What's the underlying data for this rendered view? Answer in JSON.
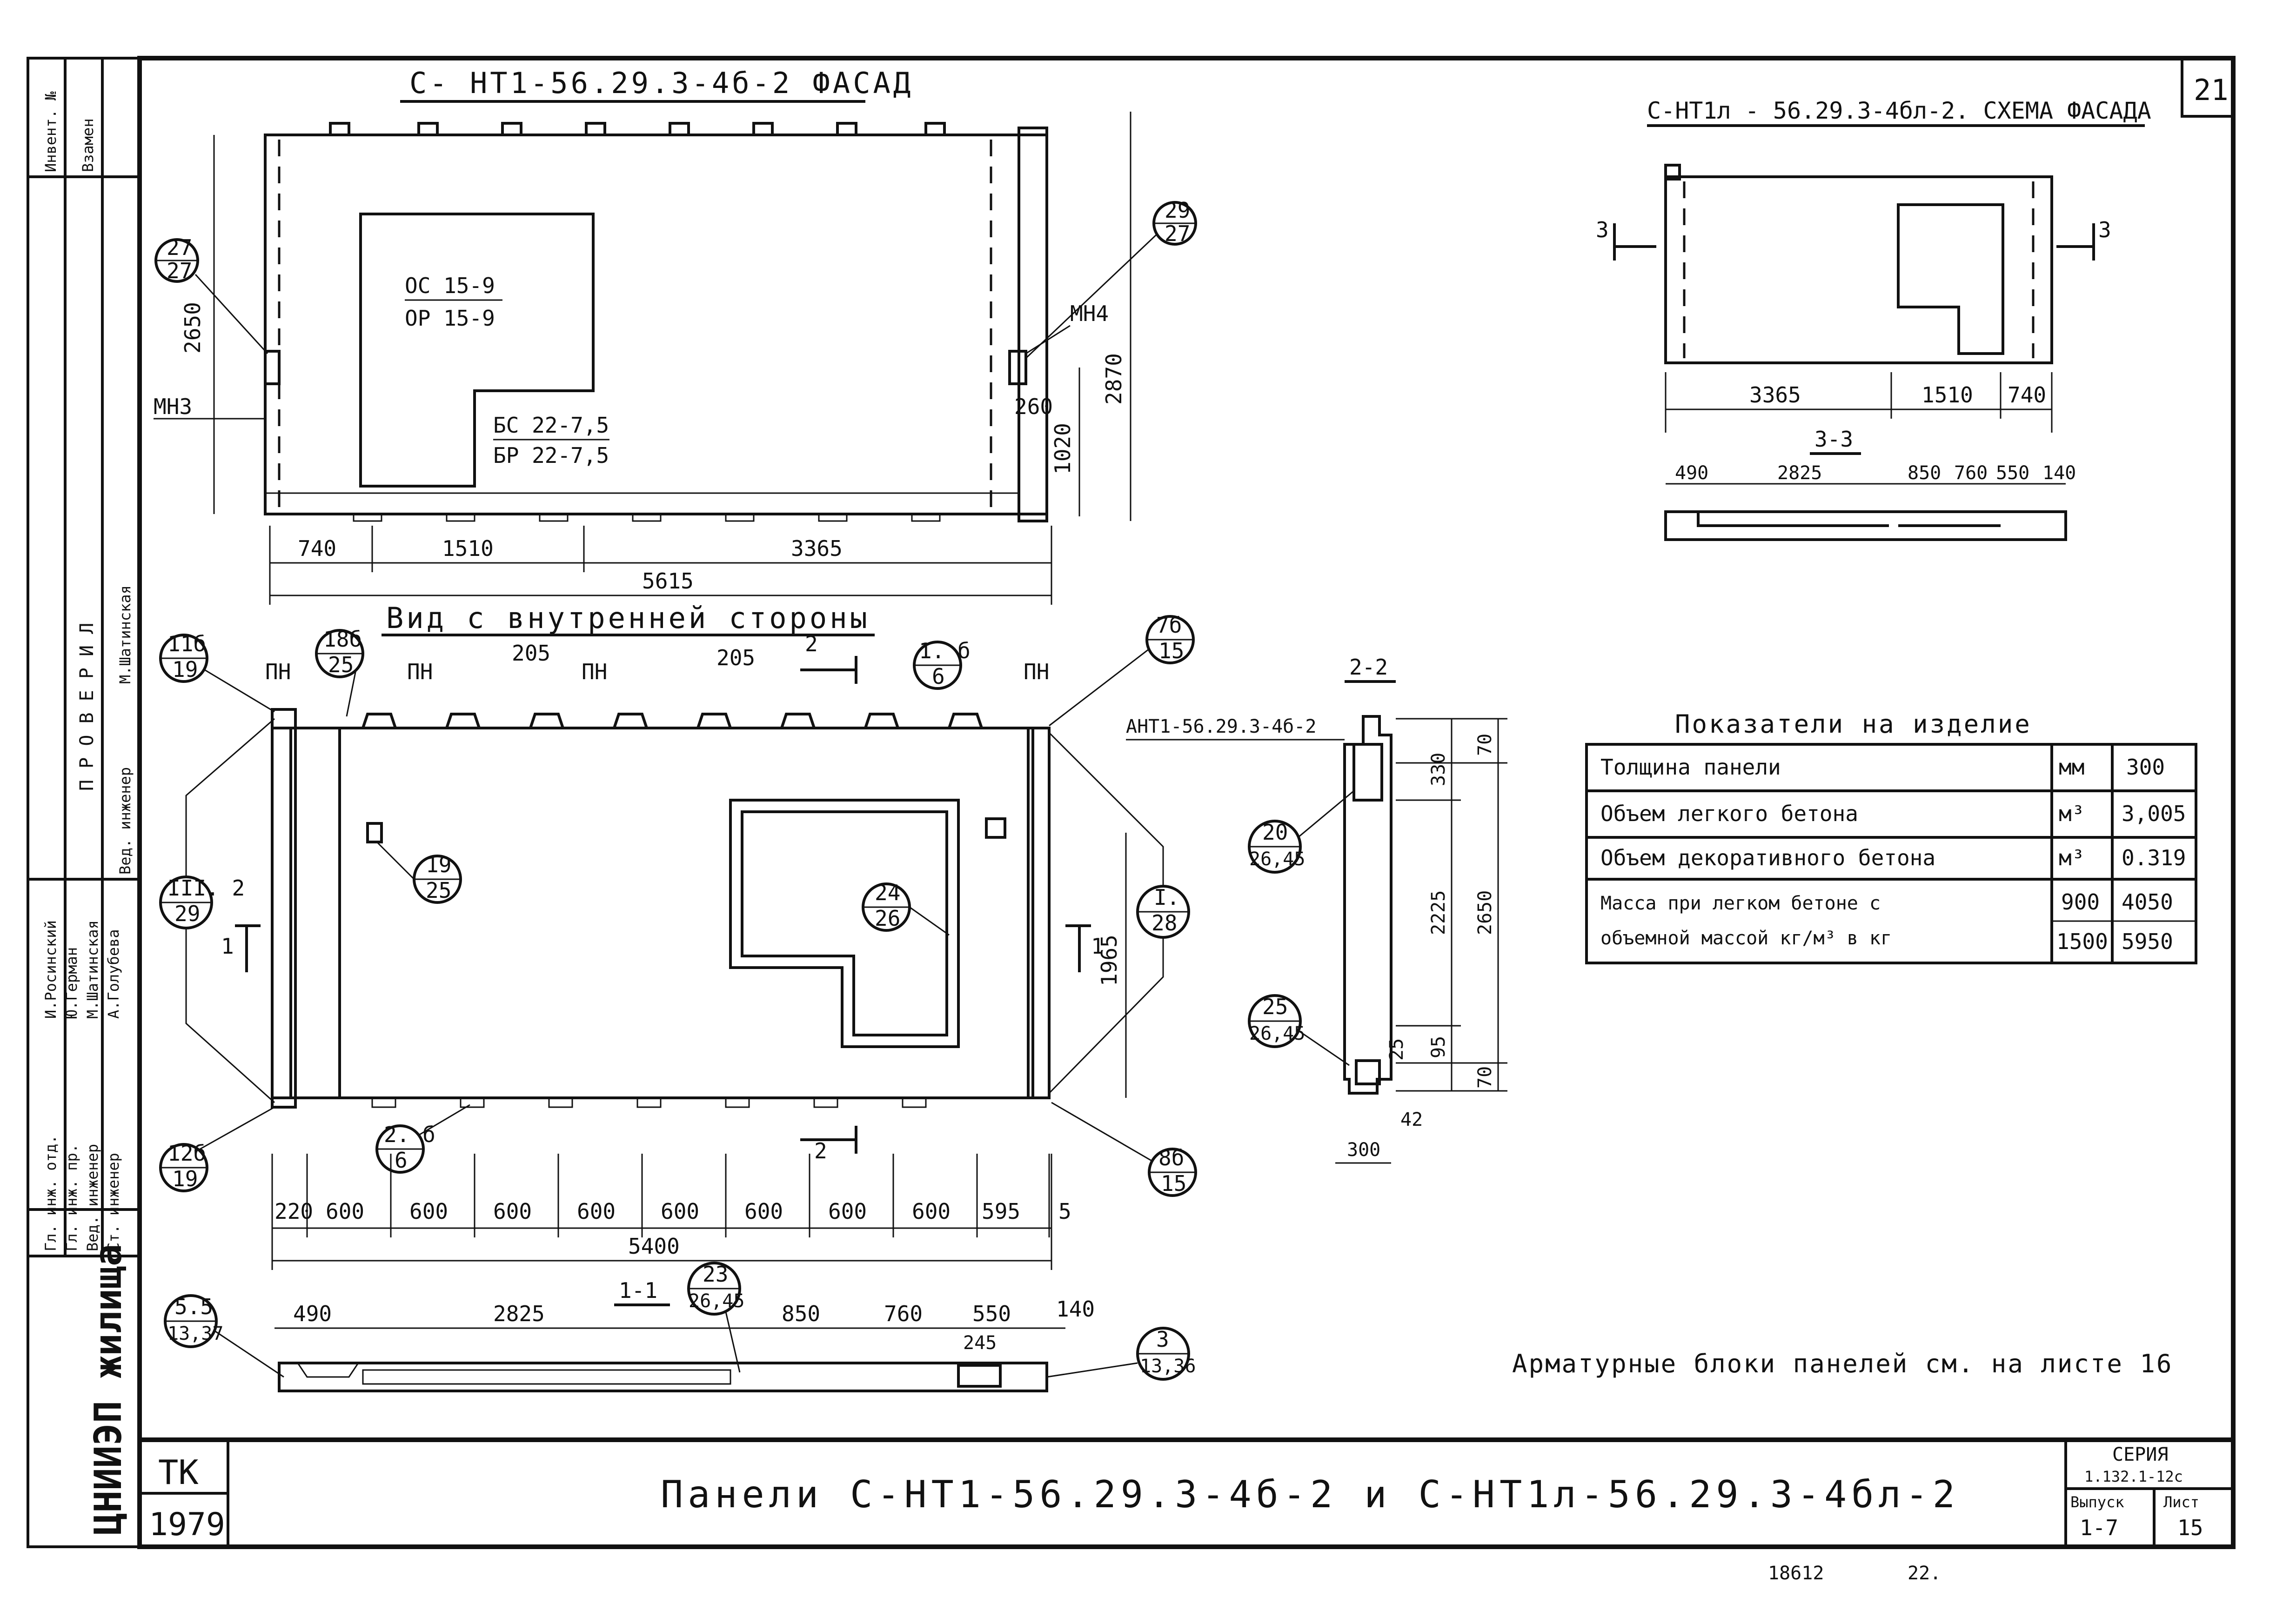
{
  "sheet_number": "21",
  "facade": {
    "title": "С- НТ1-56.29.3-4б-2 ФАСАД",
    "opening_1": "ОС 15-9",
    "opening_2": "ОР 15-9",
    "door_1": "БС 22-7,5",
    "door_2": "БР 22-7,5",
    "mark_left": "МН3",
    "mark_right": "МН4",
    "callout_left": {
      "top": "27",
      "bottom": "27"
    },
    "callout_right": {
      "top": "29",
      "bottom": "27"
    },
    "dim_height": "2650",
    "dim_total_height": "2870",
    "dim_1020": "1020",
    "dim_260": "260",
    "dims_bottom": [
      "740",
      "1510",
      "3365"
    ],
    "dim_total": "5615"
  },
  "scheme": {
    "title": "С-НТ1л - 56.29.3-4бл-2. СХЕМА ФАСАДА",
    "cut_left": "3",
    "cut_right": "3",
    "dims": [
      "3365",
      "1510",
      "740"
    ],
    "section_title": "3-3",
    "section_dims": [
      "490",
      "2825",
      "850",
      "760",
      "550",
      "140"
    ]
  },
  "inner": {
    "title": "Вид с внутренней стороны",
    "pn": "ПН",
    "dim_205": "205",
    "cut_2": "2",
    "cut_1": "1",
    "callouts": [
      {
        "top": "11б",
        "bottom": "19"
      },
      {
        "top": "18б",
        "bottom": "25"
      },
      {
        "top": "1. б",
        "bottom": "6"
      },
      {
        "top": "7б",
        "bottom": "15"
      },
      {
        "top": "19",
        "bottom": "25"
      },
      {
        "top": "24",
        "bottom": "26"
      },
      {
        "top": "III. 2",
        "bottom": "29"
      },
      {
        "top": "I.",
        "bottom": "28"
      },
      {
        "top": "12б",
        "bottom": "19"
      },
      {
        "top": "2. б",
        "bottom": "6"
      },
      {
        "top": "8б",
        "bottom": "15"
      }
    ],
    "dim_1965": "1965",
    "dims_bottom": [
      "220",
      "600",
      "600",
      "600",
      "600",
      "600",
      "600",
      "600",
      "600",
      "595",
      "5"
    ],
    "dim_total": "5400"
  },
  "section_2": {
    "title": "2-2",
    "label": "АНТ1-56.29.3-4б-2",
    "callout_20": {
      "top": "20",
      "bottom": "26,45"
    },
    "callout_25": {
      "top": "25",
      "bottom": "26,45"
    },
    "dims_right": [
      "70",
      "330",
      "2225",
      "2650",
      "95",
      "25",
      "70"
    ],
    "dim_42": "42",
    "dim_300": "300"
  },
  "section_1": {
    "title": "1-1",
    "dims": [
      "490",
      "2825",
      "850",
      "760",
      "550",
      "140"
    ],
    "dim_245": "245",
    "callout_55": {
      "top": "5.5",
      "bottom": "13,37"
    },
    "callout_23": {
      "top": "23",
      "bottom": "26,45"
    },
    "callout_3": {
      "top": "3",
      "bottom": "13,36"
    }
  },
  "indicators": {
    "title": "Показатели на изделие",
    "rows": [
      {
        "name": "Толщина панели",
        "unit": "мм",
        "value": "300"
      },
      {
        "name": "Объем легкого бетона",
        "unit": "м³",
        "value": "3,005"
      },
      {
        "name": "Объем декоративного бетона",
        "unit": "м³",
        "value": "0.319"
      }
    ],
    "mass_line1": "Масса при легком бетоне с",
    "mass_line2": "объемной массой кг/м³ в кг",
    "mass_rows": [
      {
        "density": "900",
        "value": "4050"
      },
      {
        "density": "1500",
        "value": "5950"
      }
    ]
  },
  "note": "Арматурные блоки панелей см. на листе 16",
  "sidebar": {
    "inventory": "Инвент. №",
    "replace": "Взамен",
    "checked": "П Р О В Е Р И Л",
    "roles": [
      "Гл. инж. отд.",
      "Гл. инж. пр.",
      "Вед. инженер",
      "Ст. инженер"
    ],
    "names": [
      "И.Росинский",
      "Ю.Герман",
      "М.Шатинская",
      "А.Голубева"
    ],
    "verifier_role": "Вед. инженер",
    "verifier_name": "М.Шатинская",
    "org": "ЦНИИЭП жилища"
  },
  "title_block": {
    "tk": "ТК",
    "year": "1979",
    "title": "Панели С-НТ1-56.29.3-4б-2 и С-НТ1л-56.29.3-4бл-2",
    "series_label": "СЕРИЯ",
    "series": "1.132.1-12с",
    "issue_label": "Выпуск",
    "sheet_label": "Лист",
    "issue": "1-7",
    "sheet": "15"
  },
  "footer": {
    "code": "18612",
    "page": "22."
  }
}
